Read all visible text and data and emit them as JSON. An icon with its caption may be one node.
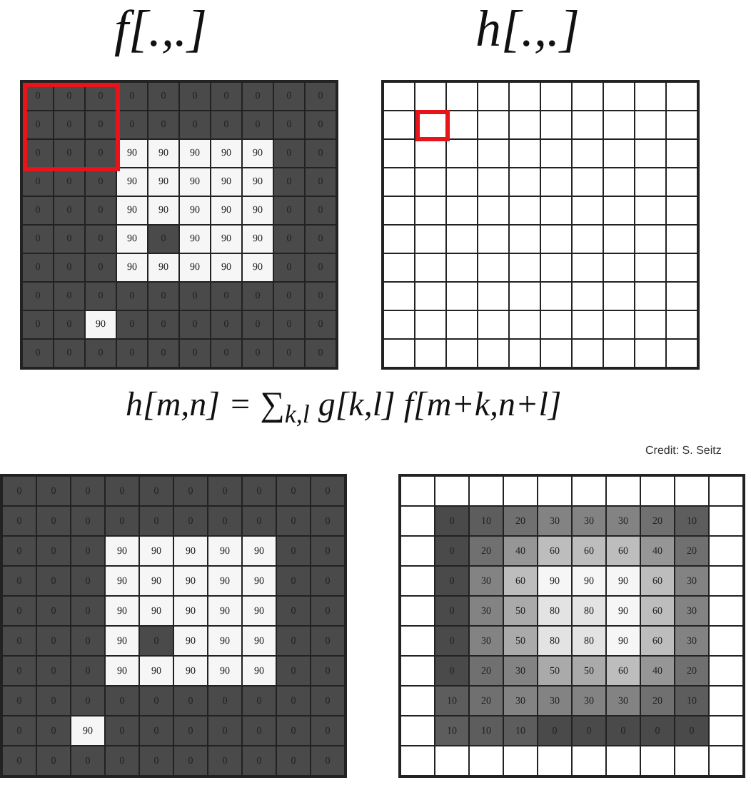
{
  "diagram": {
    "labels": [
      "f[.,.]",
      "h[.,.]",
      "0",
      "0",
      "0",
      "0",
      "0",
      "0",
      "0",
      "0",
      "0",
      "0",
      "0",
      "0",
      "0",
      "0",
      "0",
      "0",
      "0",
      "0",
      "0",
      "0",
      "0",
      "0",
      "0",
      "90",
      "90",
      "90",
      "90",
      "90",
      "0",
      "0",
      "0",
      "0",
      "0",
      "90",
      "90",
      "90",
      "90",
      "90",
      "0",
      "0",
      "0",
      "0",
      "0",
      "90",
      "90",
      "90",
      "90",
      "90",
      "0",
      "0",
      "0",
      "0",
      "0",
      "90",
      "0",
      "90",
      "90",
      "90",
      "0",
      "0",
      "0",
      "0",
      "0",
      "90",
      "90",
      "90",
      "90",
      "90",
      "0",
      "0",
      "0",
      "0",
      "0",
      "0",
      "0",
      "0",
      "0",
      "0",
      "0",
      "0",
      "0",
      "0",
      "90",
      "0",
      "0",
      "0",
      "0",
      "0",
      "0",
      "0",
      "0",
      "0",
      "0",
      "0",
      "0",
      "0",
      "0",
      "0",
      "0",
      "0",
      "h[m,n] = ∑$_{k,l}$ g[k,l] f[m+k,n+l]",
      "Credit: S. Seitz",
      "0",
      "0",
      "0",
      "0",
      "0",
      "0",
      "0",
      "0",
      "0",
      "0",
      "0",
      "0",
      "0",
      "0",
      "0",
      "0",
      "0",
      "0",
      "0",
      "0",
      "0",
      "0",
      "0",
      "90",
      "90",
      "90",
      "90",
      "90",
      "0",
      "0",
      "0",
      "0",
      "0",
      "90",
      "90",
      "90",
      "90",
      "90",
      "0",
      "0",
      "0",
      "0",
      "0",
      "90",
      "90",
      "90",
      "90",
      "90",
      "0",
      "0",
      "0",
      "0",
      "0",
      "90",
      "0",
      "90",
      "90",
      "90",
      "0",
      "0",
      "0",
      "0",
      "0",
      "90",
      "90",
      "90",
      "90",
      "90",
      "0",
      "0",
      "0",
      "0",
      "0",
      "0",
      "0",
      "0",
      "0",
      "0",
      "0",
      "0",
      "0",
      "0",
      "90",
      "0",
      "0",
      "0",
      "0",
      "0",
      "0",
      "0",
      "0",
      "0",
      "0",
      "0",
      "0",
      "0",
      "0",
      "0",
      "0",
      "0",
      "0",
      "10",
      "20",
      "30",
      "30",
      "30",
      "20",
      "10",
      "0",
      "20",
      "40",
      "60",
      "60",
      "60",
      "40",
      "20",
      "0",
      "30",
      "60",
      "90",
      "90",
      "90",
      "60",
      "30",
      "0",
      "30",
      "50",
      "80",
      "80",
      "90",
      "60",
      "30",
      "0",
      "30",
      "50",
      "80",
      "80",
      "90",
      "60",
      "30",
      "0",
      "20",
      "30",
      "50",
      "50",
      "60",
      "40",
      "20",
      "10",
      "20",
      "30",
      "30",
      "30",
      "30",
      "20",
      "10",
      "10",
      "10",
      "10",
      "0",
      "0",
      "0",
      "0",
      "0"
    ]
  }
}
